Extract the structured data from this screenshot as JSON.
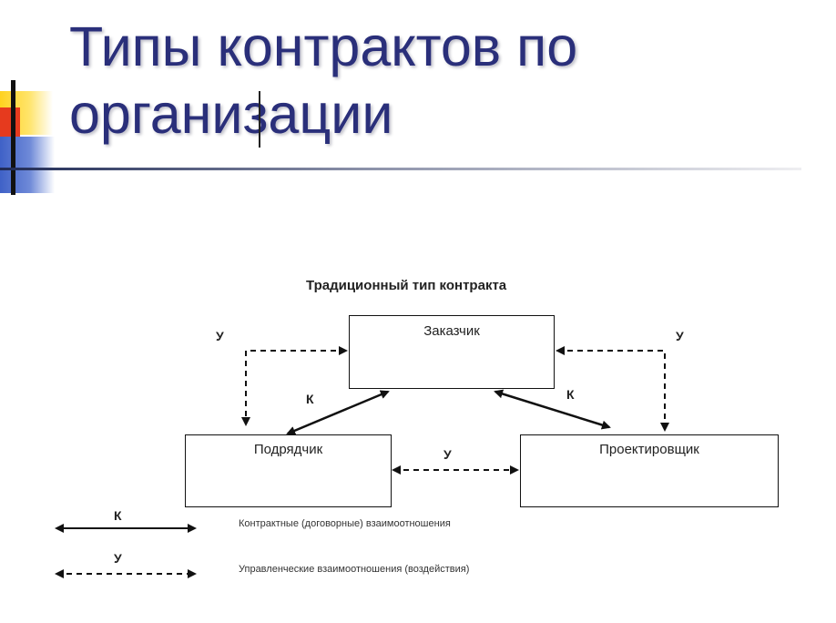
{
  "title": {
    "line1": "Типы контрактов по",
    "line2": "организации"
  },
  "diagram": {
    "caption": "Традиционный тип контракта",
    "nodes": {
      "customer": "Заказчик",
      "contractor": "Подрядчик",
      "designer": "Проектировщик"
    },
    "marks": {
      "contract": "К",
      "management": "У"
    }
  },
  "legend": {
    "contract_symbol": "К",
    "contract_text": "Контрактные (договорные) взаимоотношения",
    "management_symbol": "У",
    "management_text": "Управленческие взаимоотношения (воздействия)"
  },
  "colors": {
    "title": "#2a2f7a",
    "accent_yellow": "#ffd21f",
    "accent_red": "#e63a1e",
    "accent_blue": "#3f61c7"
  }
}
